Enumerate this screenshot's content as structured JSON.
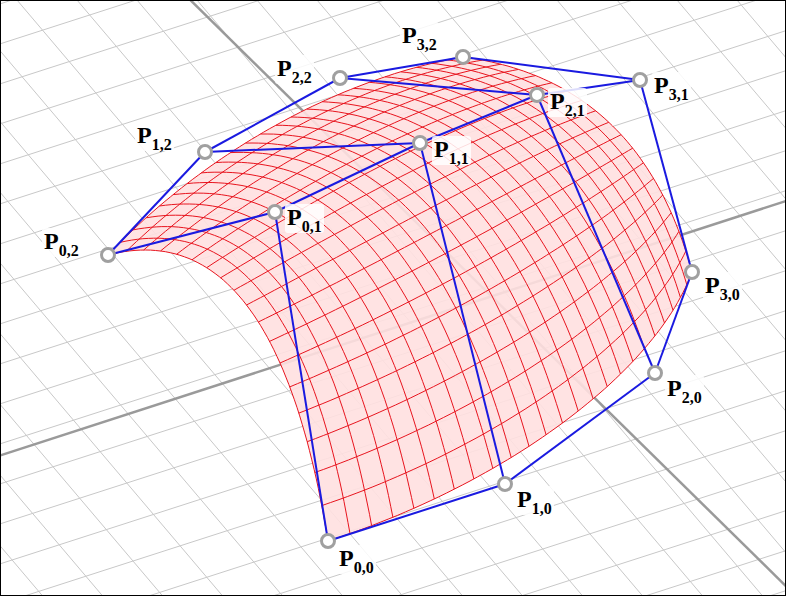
{
  "diagram": {
    "labels": [
      "P3,2",
      "P2,2",
      "P3,1",
      "P2,1",
      "P1,2",
      "P1,1",
      "P0,1",
      "P0,2",
      "P3,0",
      "P2,0",
      "P1,0",
      "P0,0"
    ]
  }
}
